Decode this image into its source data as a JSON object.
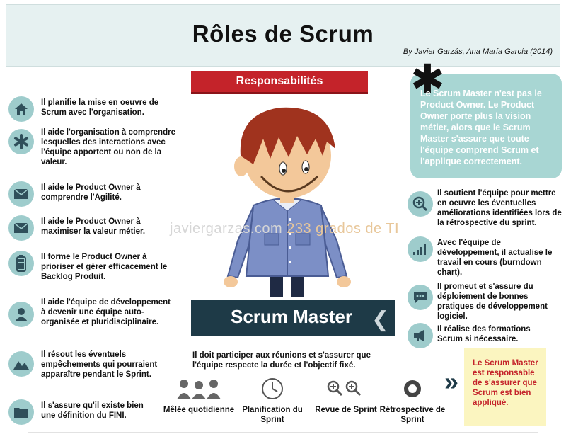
{
  "header": {
    "title": "Rôles de Scrum",
    "authors": "By Javier Garzás, Ana María García (2014)"
  },
  "responsibilities_label": "Responsabilités",
  "left_items": [
    {
      "icon": "house-icon",
      "text": "Il planifie la mise en oeuvre de Scrum avec l'organisation."
    },
    {
      "icon": "asterisk-icon",
      "text": "Il aide l'organisation à comprendre lesquelles des interactions avec l'équipe apportent ou non de la valeur."
    },
    {
      "icon": "envelope-icon",
      "text": "Il aide le Product Owner à comprendre l'Agilité."
    },
    {
      "icon": "envelope-icon",
      "text": "Il aide le Product Owner à maximiser la valeur métier."
    },
    {
      "icon": "battery-icon",
      "text": "Il forme le Product Owner à prioriser et gérer efficacement le Backlog Produit."
    },
    {
      "icon": "person-icon",
      "text": "Il aide l'équipe de développement à devenir une équipe auto-organisée et pluridisciplinaire."
    },
    {
      "icon": "mountains-icon",
      "text": "Il résout les éventuels empêchements qui pourraient apparaître pendant le Sprint."
    },
    {
      "icon": "folder-icon",
      "text": "Il s'assure qu'il existe bien une définition du FINI."
    }
  ],
  "note": {
    "text": "Le Scrum Master n'est pas le Product Owner. Le Product Owner porte plus la vision métier, alors que le Scrum Master s'assure que toute l'équipe comprend Scrum et l'applique correctement."
  },
  "right_items": [
    {
      "icon": "zoom-icon",
      "text": "Il soutient l'équipe pour mettre en oeuvre les éventuelles améliorations identifiées lors de la rétrospective du sprint."
    },
    {
      "icon": "bar-chart-icon",
      "text": "Avec l'équipe de développement, il actualise le travail en cours (burndown chart)."
    },
    {
      "icon": "speech-bubble-icon",
      "text": "Il promeut et s'assure du déploiement de bonnes pratiques de développement logiciel."
    },
    {
      "icon": "megaphone-icon",
      "text": "Il réalise des formations Scrum si nécessaire."
    }
  ],
  "scrum_master_label": "Scrum Master",
  "scrum_master_sub": "Il doit participer aux réunions et s'assurer que l'équipe respecte la durée et l'objectif fixé.",
  "meetings": [
    {
      "icon": "group-icon",
      "label": "Mêlée quotidienne"
    },
    {
      "icon": "clock-icon",
      "label": "Planification du Sprint"
    },
    {
      "icon": "double-zoom-icon",
      "label": "Revue de Sprint"
    },
    {
      "icon": "ring-icon",
      "label": "Rétrospective de Sprint"
    }
  ],
  "conclusion": "Le Scrum Master est responsable de s'assurer que Scrum est bien appliqué.",
  "watermark": {
    "part1": "javiergarzas.com",
    "part2": "233 grados de TI"
  },
  "colors": {
    "accent_red": "#c4232a",
    "teal": "#9ecccc",
    "navy": "#1e3a47",
    "note_bg": "#a8d6d3",
    "yellow_bg": "#fbf5c0"
  }
}
